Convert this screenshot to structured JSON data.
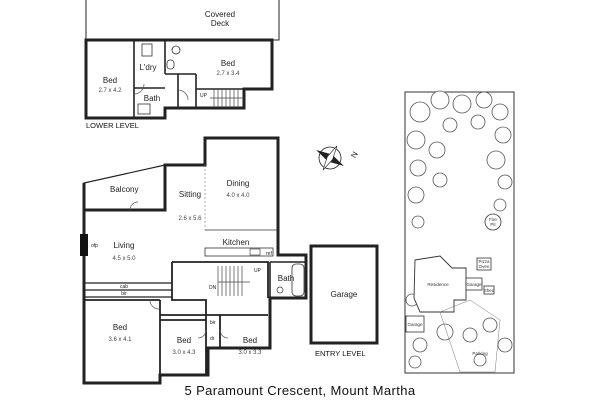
{
  "lower_level": {
    "covered_deck": [
      "Covered",
      "Deck"
    ],
    "laundry": "L'dry",
    "bed_left": {
      "name": "Bed",
      "size": "2.7 x 4.2"
    },
    "bed_right": {
      "name": "Bed",
      "size": "2.7 x 3.4"
    },
    "bath": "Bath",
    "stair_up": "UP",
    "level_label": "LOWER LEVEL"
  },
  "entry_level": {
    "balcony": "Balcony",
    "sitting": "Sitting",
    "dining": {
      "name": "Dining",
      "size": "4.0 x 4.0"
    },
    "sitting_dining_size": "2.6 x 5.6",
    "kitchen": "Kitchen",
    "living": {
      "name": "Living",
      "size": "4.5 x 5.0"
    },
    "fireplace": "ofp",
    "fridge": "ref",
    "cab": "cab",
    "bir_left": "bir",
    "bir_right": "bir",
    "robe_dr": "dr",
    "bed_main": {
      "name": "Bed",
      "size": "3.6 x 4.1"
    },
    "bed_mid": {
      "name": "Bed",
      "size": "3.0 x 4.3"
    },
    "bed_right": {
      "name": "Bed",
      "size": "3.0 x 3.3"
    },
    "bath": "Bath",
    "stair_up": "UP",
    "stair_dn": "DN",
    "garage": "Garage",
    "level_label": "ENTRY LEVEL"
  },
  "site_plan": {
    "fire_pit": [
      "Fire",
      "Pit"
    ],
    "pizza_oven": [
      "Pizza",
      "Oven"
    ],
    "residence": "Residence",
    "garage": "Garage",
    "shed": "Shed",
    "garage_lower": "Garage",
    "parking": "Parking"
  },
  "compass_label": "N",
  "address": "5 Paramount Crescent, Mount Martha"
}
